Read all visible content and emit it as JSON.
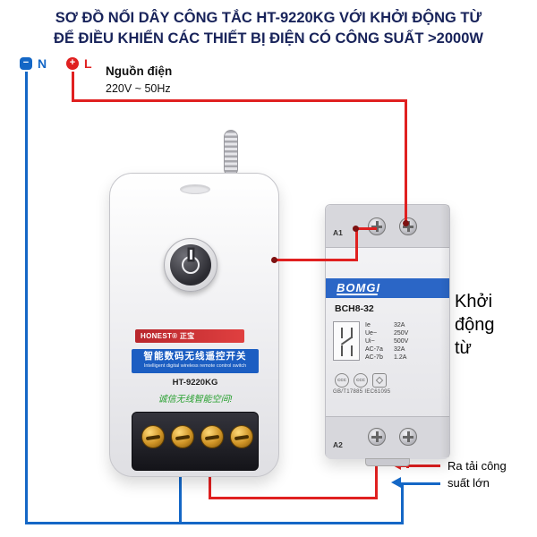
{
  "title": {
    "line1": "SƠ ĐỒ NỐI DÂY CÔNG TẮC HT-9220KG VỚI KHỞI ĐỘNG TỪ",
    "line2": "ĐỂ ĐIỀU KHIỂN CÁC THIẾT BỊ ĐIỆN CÓ CÔNG SUẤT >2000W"
  },
  "legend": {
    "neutral_label": "N",
    "neutral_symbol": "−",
    "live_label": "L",
    "live_symbol": "+",
    "source_title": "Nguồn điện",
    "source_value": "220V ~ 50Hz"
  },
  "remote_switch": {
    "brand_strip": "HONEST®  正宝",
    "band_title": "智能数码无线遥控开关",
    "band_subtitle": "Intelligent digital wireless remote control switch",
    "model": "HT-9220KG",
    "tagline": "诚信无线智能空间!"
  },
  "contactor": {
    "brand": "BOMGI",
    "model": "BCH8-32",
    "terminal_top_label": "A1",
    "terminal_bottom_label": "A2",
    "specs": [
      {
        "k": "Ie",
        "v": "32A"
      },
      {
        "k": "Ue~",
        "v": "250V"
      },
      {
        "k": "Ui~",
        "v": "500V"
      },
      {
        "k": "AC-7a",
        "v": "32A"
      },
      {
        "k": "AC-7b",
        "v": "1.2A"
      }
    ],
    "cert": "CCC",
    "standards": "GB/T17885  IEC61095",
    "side_label": "Khởi động từ"
  },
  "output": {
    "line1": "Ra tải công",
    "line2": "suất lớn"
  },
  "colors": {
    "wire_live": "#e02020",
    "wire_neutral": "#1467c6",
    "title_text": "#18235a"
  }
}
